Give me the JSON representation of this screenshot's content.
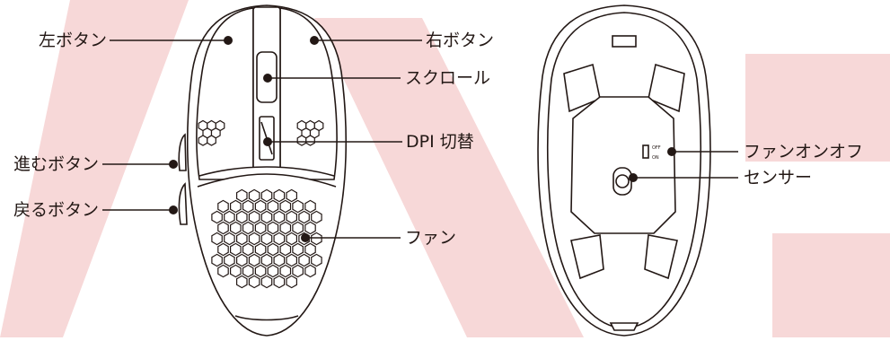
{
  "colors": {
    "line": "#231815",
    "watermark": "#f7d8d8",
    "background": "#ffffff"
  },
  "labels": {
    "left_button": "左ボタン",
    "right_button": "右ボタン",
    "scroll": "スクロール",
    "dpi_switch": "DPI 切替",
    "forward_button": "進むボタン",
    "back_button": "戻るボタン",
    "fan": "ファン",
    "fan_onoff": "ファンオンオフ",
    "sensor": "センサー"
  },
  "switch_text": {
    "off": "OFF",
    "on": "ON"
  }
}
